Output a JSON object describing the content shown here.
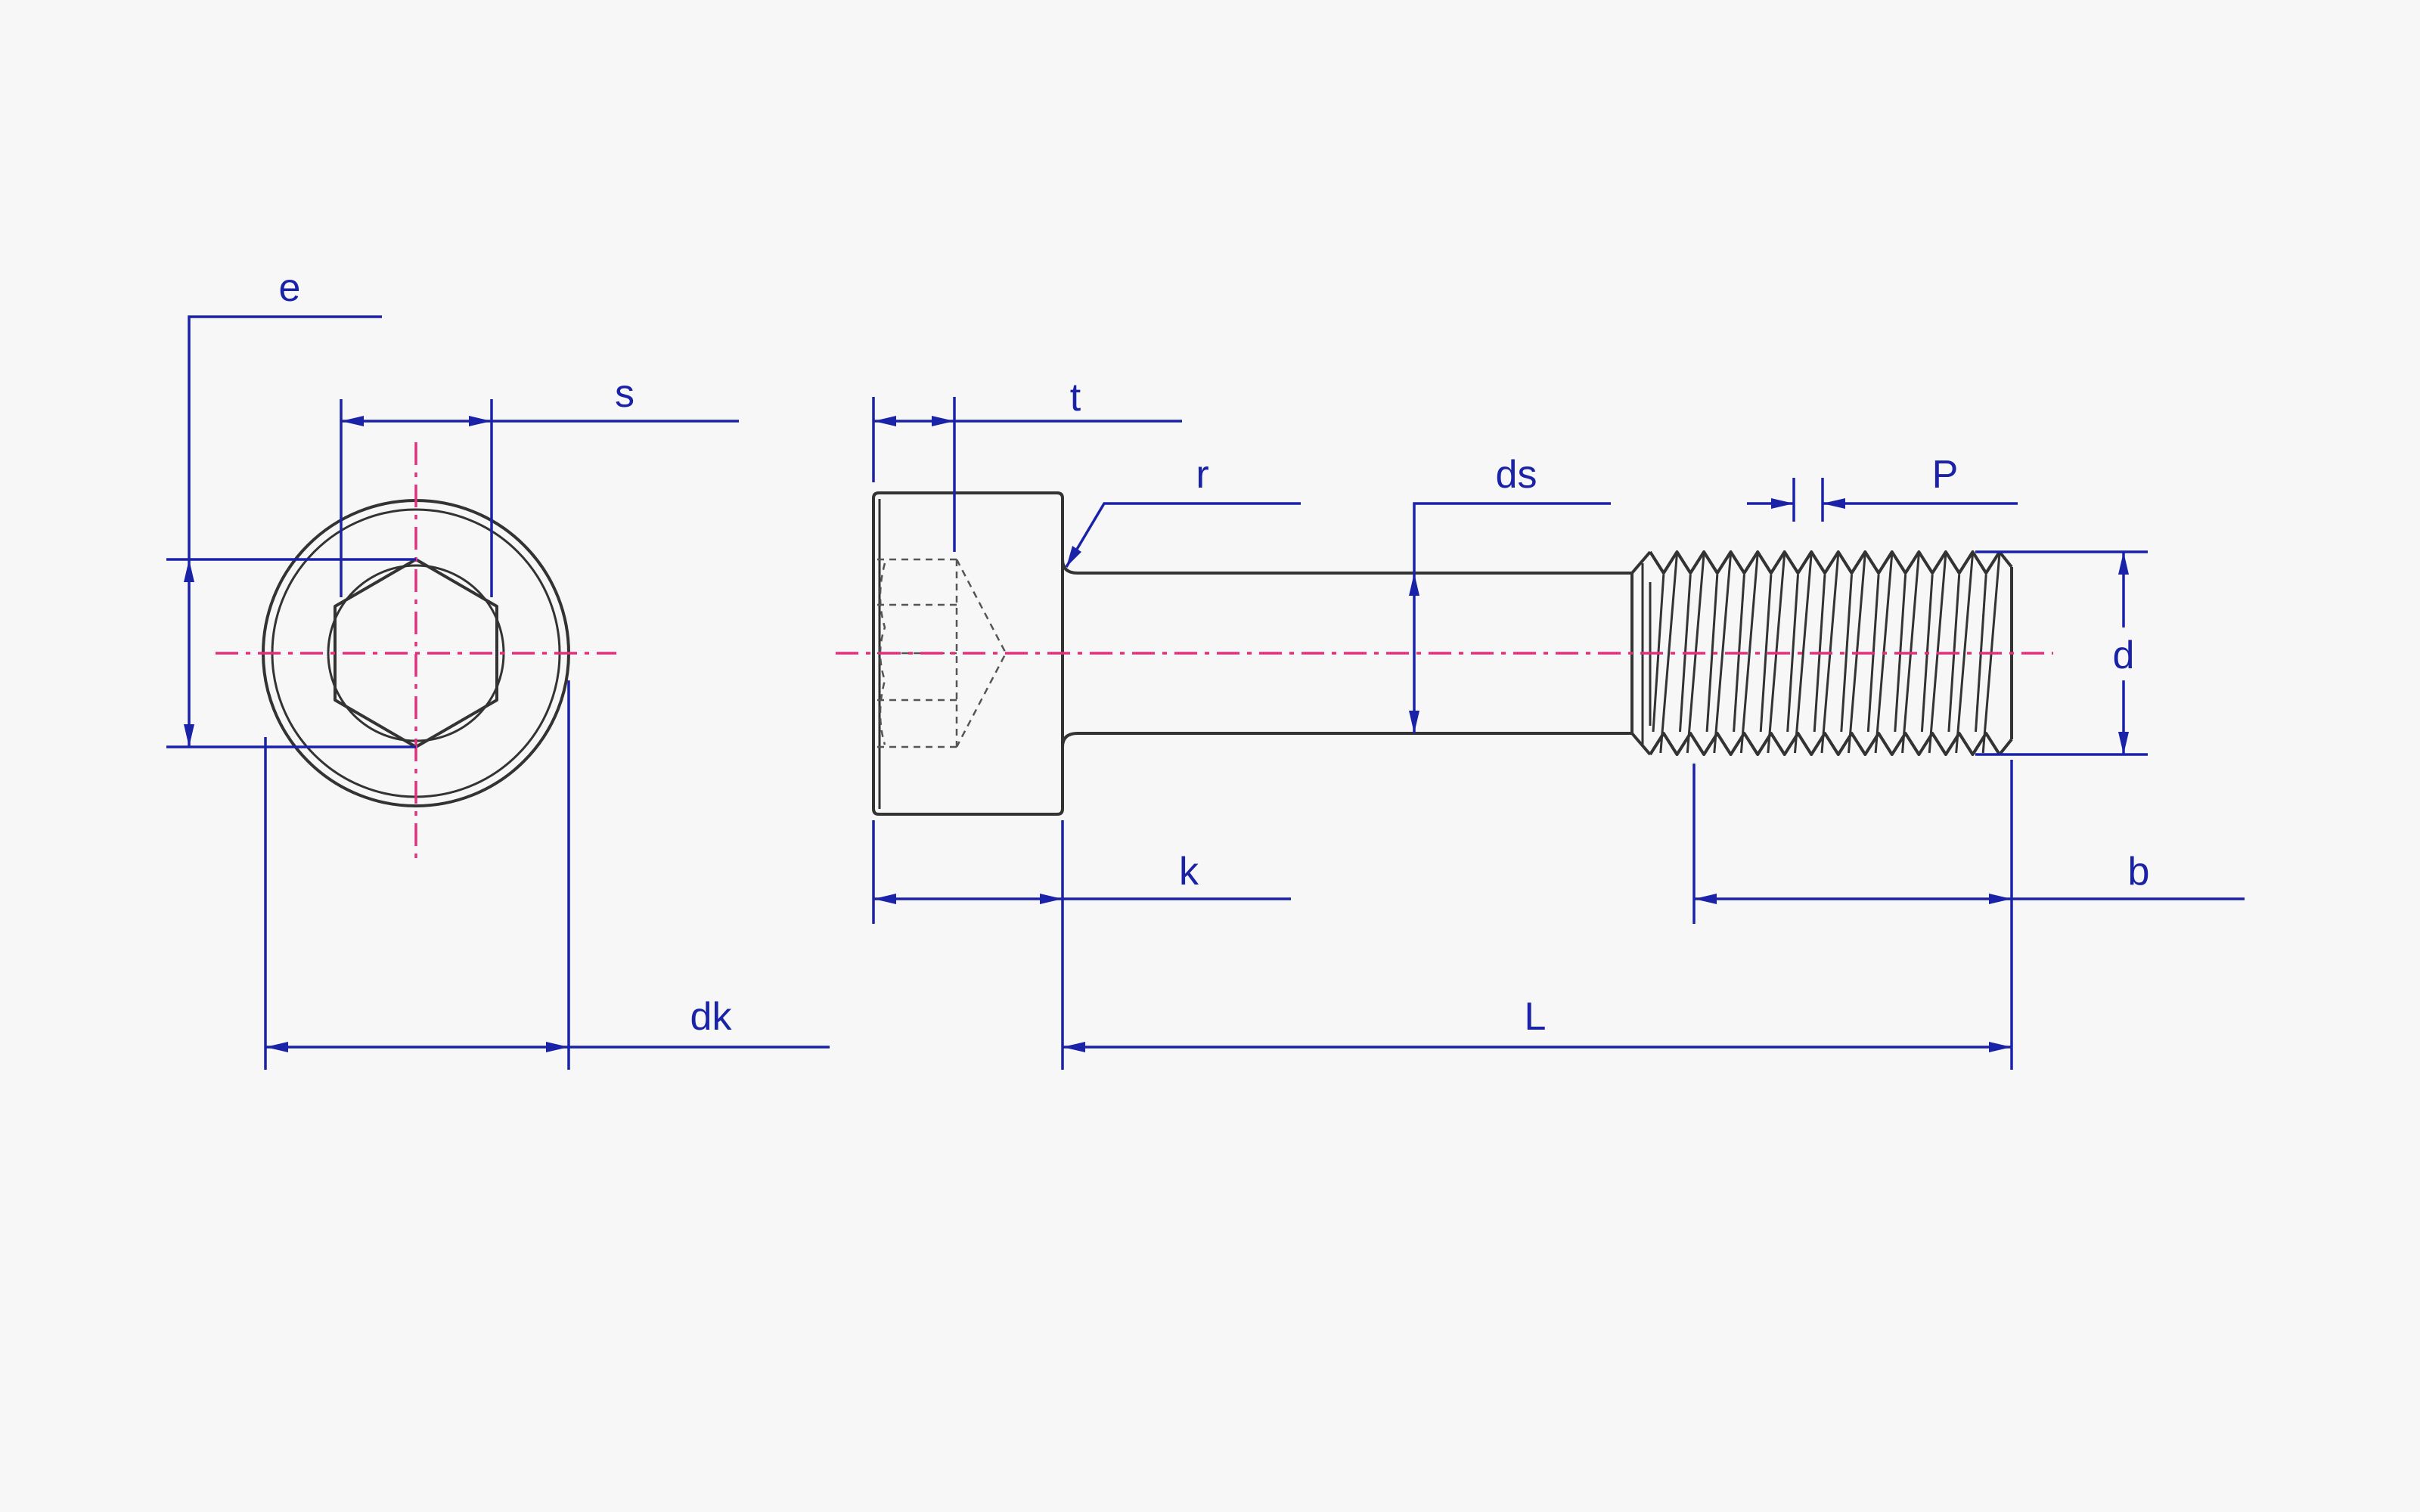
{
  "labels": {
    "e": "e",
    "s": "s",
    "dk": "dk",
    "t": "t",
    "r": "r",
    "ds": "ds",
    "P": "P",
    "d": "d",
    "k": "k",
    "b": "b",
    "L": "L"
  },
  "colors": {
    "dimension": "#1a22a8",
    "centerline": "#e0307e",
    "outline": "#333333",
    "background": "#f7f7f7"
  }
}
